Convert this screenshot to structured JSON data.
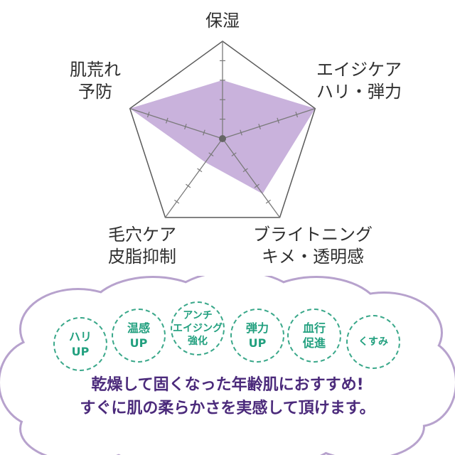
{
  "chart_data": {
    "type": "radar",
    "axes": [
      "保湿",
      "エイジケア\nハリ・弾力",
      "ブライトニング\nキメ・透明感",
      "毛穴ケア\n皮脂抑制",
      "肌荒れ\n予防"
    ],
    "max": 5,
    "values": [
      3,
      5,
      3.5,
      1.5,
      5
    ],
    "grid": false,
    "colors": {
      "fill": "#c9b2dc",
      "outline": "#5a5a5a",
      "axis": "#7a7a7a",
      "center": "#666666"
    }
  },
  "badges": [
    [
      "ハリ",
      "UP"
    ],
    [
      "温感",
      "UP"
    ],
    [
      "アンチ",
      "エイジング",
      "強化"
    ],
    [
      "弾力",
      "UP"
    ],
    [
      "血行",
      "促進"
    ],
    [
      "くすみ"
    ]
  ],
  "message": {
    "line1": "乾燥して固くなった年齢肌におすすめ!",
    "line2": "すぐに肌の柔らかさを実感して頂けます。"
  },
  "colors": {
    "cloud_border": "#b7a2cd",
    "badge": "#22a07f",
    "message": "#4b2a7b"
  }
}
